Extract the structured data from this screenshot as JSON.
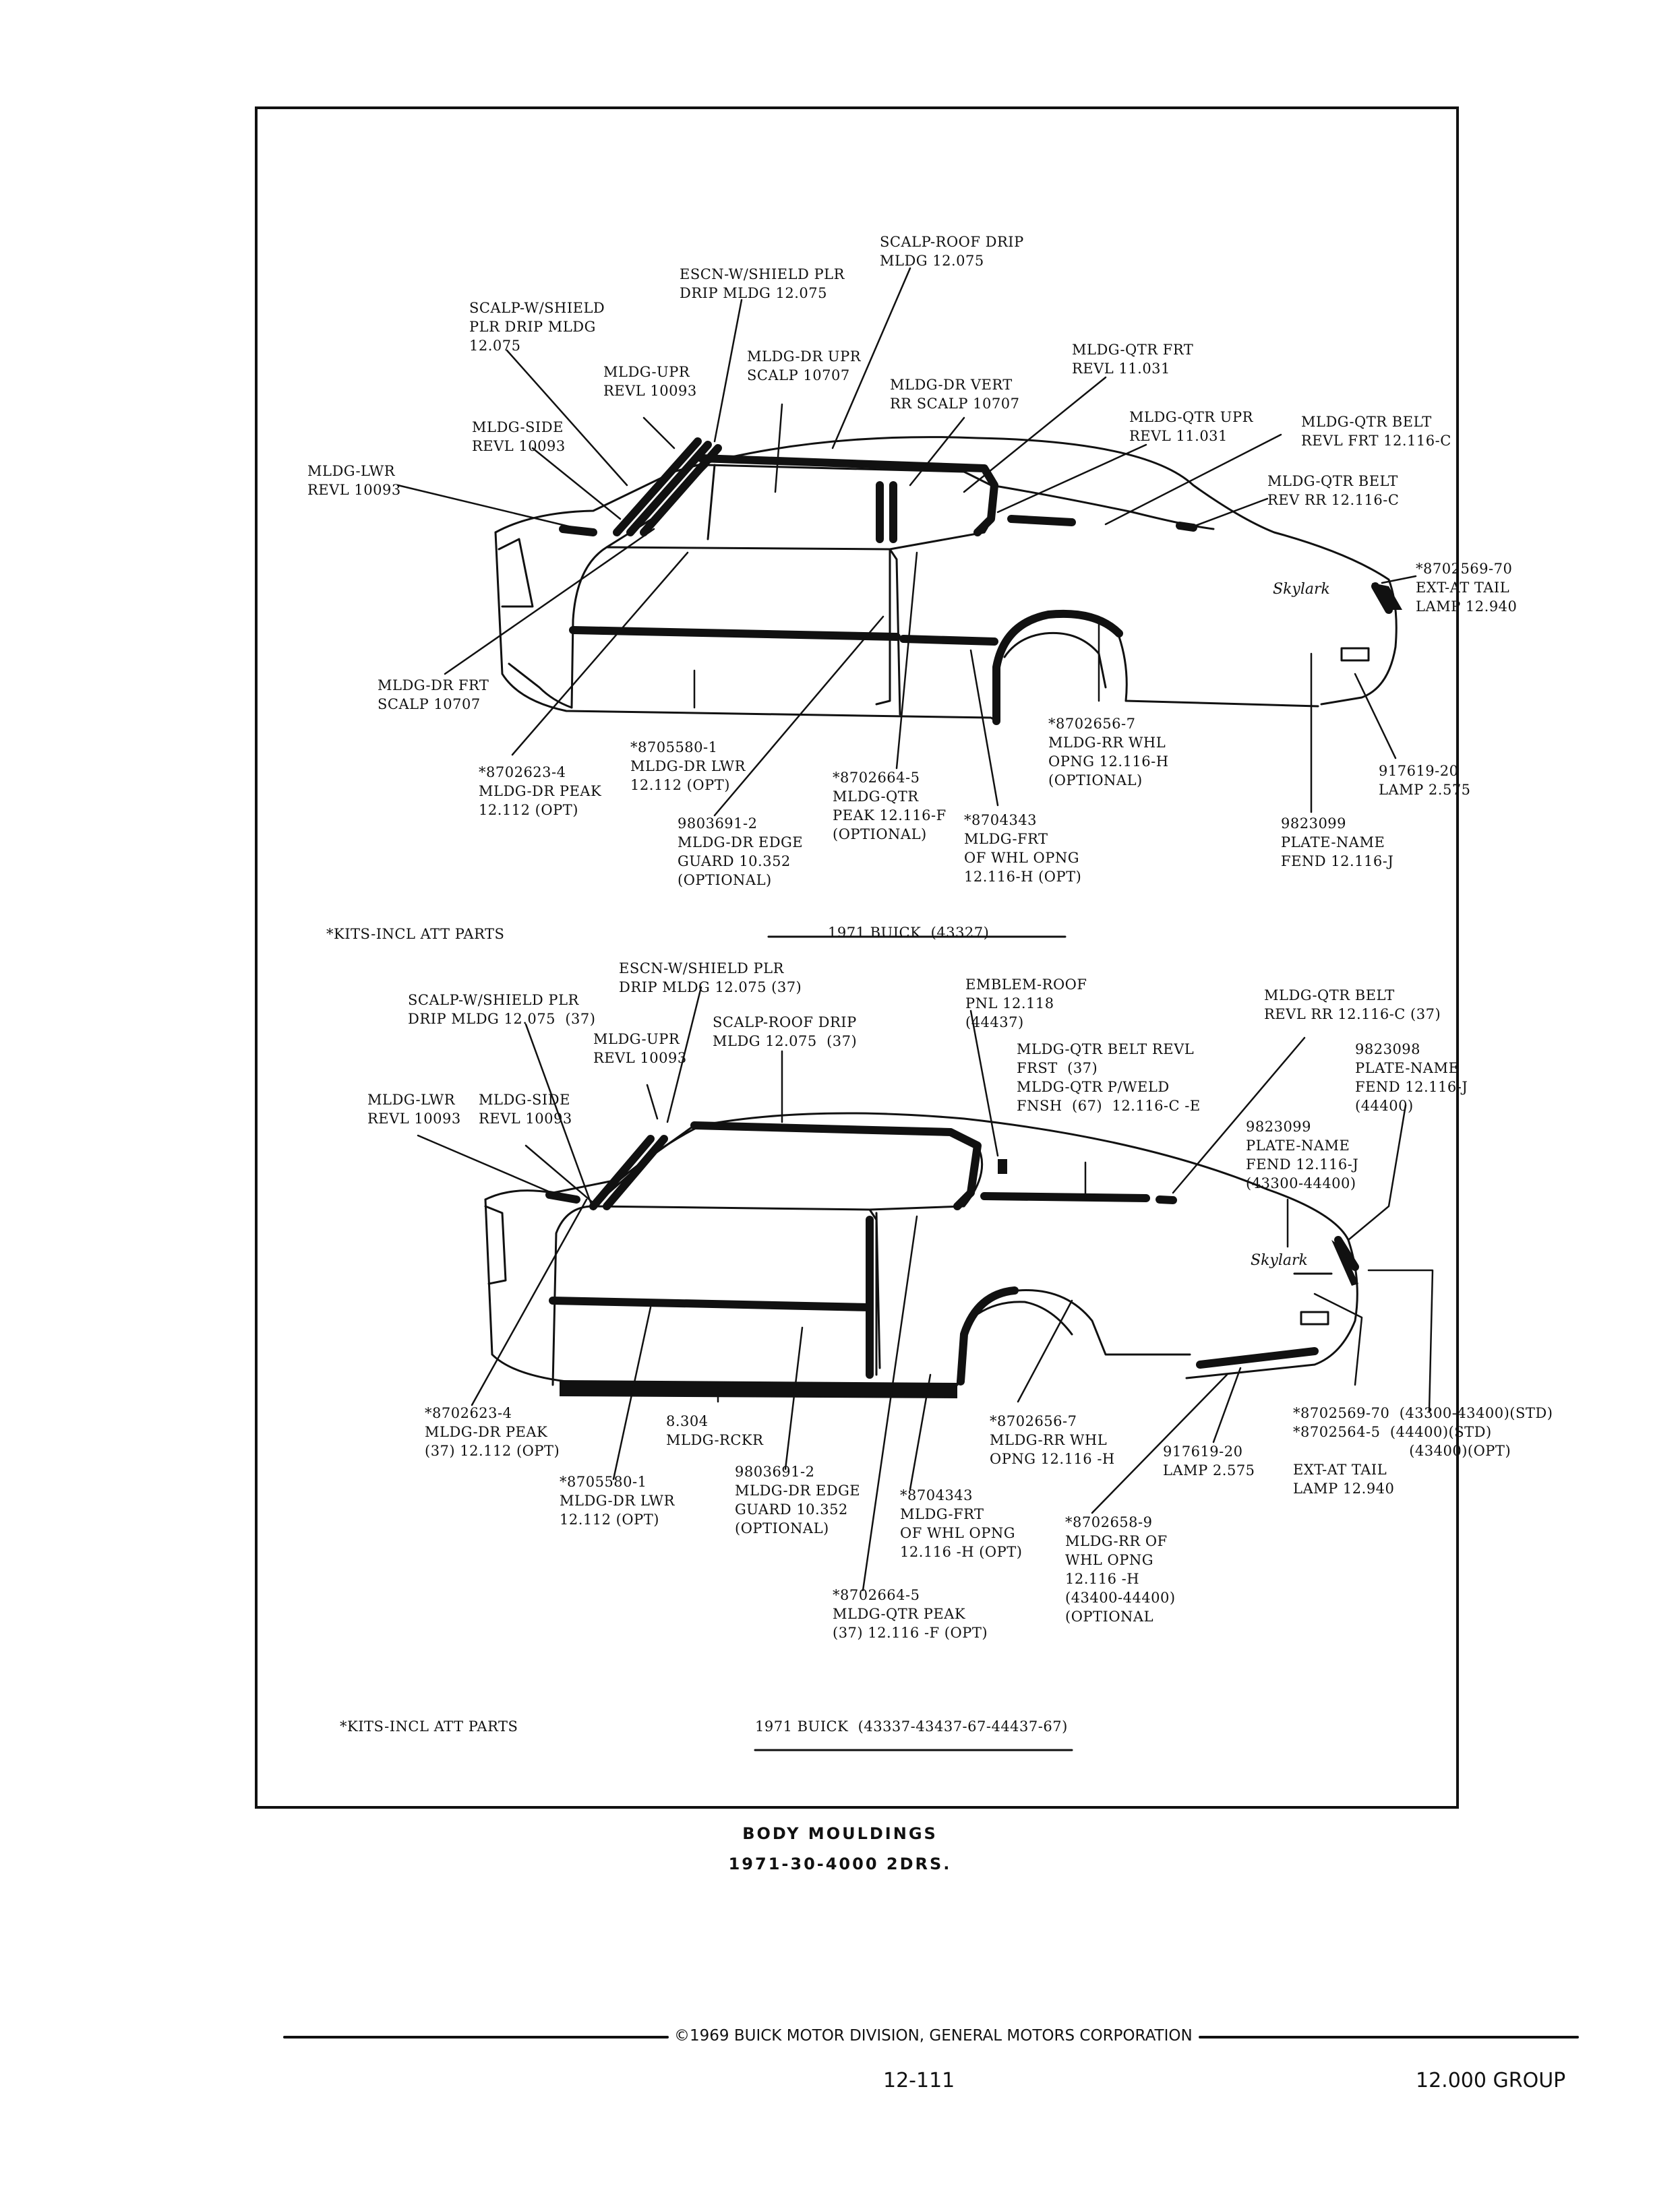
{
  "figure1": {
    "labels": {
      "scalp_roof_drip": "SCALP-ROOF DRIP\nMLDG 12.075",
      "escn_shield": "ESCN-W/SHIELD PLR\nDRIP MLDG 12.075",
      "scalp_shield": "SCALP-W/SHIELD\nPLR DRIP MLDG\n12.075",
      "mldg_dr_upr": "MLDG-DR UPR\nSCALP 10707",
      "mldg_upr": "MLDG-UPR\nREVL 10093",
      "mldg_qtr_frt": "MLDG-QTR FRT\nREVL 11.031",
      "mldg_dr_vert": "MLDG-DR VERT\nRR SCALP 10707",
      "mldg_side": "MLDG-SIDE\nREVL 10093",
      "mldg_qtr_upr": "MLDG-QTR UPR\nREVL 11.031",
      "mldg_qtr_belt_frt": "MLDG-QTR BELT\nREVL FRT 12.116-C",
      "mldg_lwr": "MLDG-LWR\nREVL 10093",
      "mldg_qtr_belt_rr": "MLDG-QTR BELT\nREV RR 12.116-C",
      "ext_tail": "*8702569-70\nEXT-AT TAIL\nLAMP 12.940",
      "dr_frt_scalp": "MLDG-DR FRT\nSCALP 10707",
      "rr_whl": "*8702656-7\nMLDG-RR WHL\nOPNG 12.116-H\n(OPTIONAL)",
      "dr_lwr": "*8705580-1\nMLDG-DR LWR\n12.112 (OPT)",
      "dr_peak": "*8702623-4\nMLDG-DR PEAK\n12.112 (OPT)",
      "qtr_peak": "*8702664-5\nMLDG-QTR\nPEAK 12.116-F\n(OPTIONAL)",
      "lamp": "917619-20\nLAMP 2.575",
      "edge_guard": "9803691-2\nMLDG-DR EDGE\nGUARD 10.352\n(OPTIONAL)",
      "frt_whl": "*8704343\nMLDG-FRT\nOF WHL OPNG\n12.116-H (OPT)",
      "plate_name": "9823099\nPLATE-NAME\nFEND 12.116-J"
    },
    "badge": "Skylark",
    "kits_note": "*KITS-INCL ATT PARTS",
    "model": "1971 BUICK  (43327)"
  },
  "figure2": {
    "labels": {
      "escn_shield": "ESCN-W/SHIELD PLR\nDRIP MLDG 12.075 (37)",
      "emblem_roof": "EMBLEM-ROOF\nPNL 12.118\n(44437)",
      "mldg_qtr_belt": "MLDG-QTR BELT\nREVL RR 12.116-C (37)",
      "scalp_shield": "SCALP-W/SHIELD PLR\nDRIP MLDG 12.075  (37)",
      "scalp_roof": "SCALP-ROOF DRIP\nMLDG 12.075  (37)",
      "plate_name_a": "9823098\nPLATE-NAME\nFEND 12.116-J\n(44400)",
      "mldg_upr": "MLDG-UPR\nREVL 10093",
      "qtr_belt_revl": "MLDG-QTR BELT REVL\nFRST  (37)\nMLDG-QTR P/WELD\nFNSH  (67)  12.116-C -E",
      "mldg_lwr": "MLDG-LWR\nREVL 10093",
      "mldg_side": "MLDG-SIDE\nREVL 10093",
      "plate_name_b": "9823099\nPLATE-NAME\nFEND 12.116-J\n(43300-44400)",
      "dr_peak": "*8702623-4\nMLDG-DR PEAK\n(37) 12.112 (OPT)",
      "rckr_num": "8.304",
      "rckr": "MLDG-RCKR",
      "rr_whl": "*8702656-7\nMLDG-RR WHL\nOPNG 12.116 -H",
      "lamp": "917619-20\nLAMP 2.575",
      "tail": "*8702569-70  (43300-43400)(STD)\n*8702564-5  (44400)(STD)\n                        (43400)(OPT)\nEXT-AT TAIL\nLAMP 12.940",
      "dr_lwr": "*8705580-1\nMLDG-DR LWR\n12.112 (OPT)",
      "edge_guard": "9803691-2\nMLDG-DR EDGE\nGUARD 10.352\n(OPTIONAL)",
      "frt_whl": "*8704343\nMLDG-FRT\nOF WHL OPNG\n12.116 -H (OPT)",
      "rr_of_whl": "*8702658-9\nMLDG-RR OF\nWHL OPNG\n12.116 -H\n(43400-44400)\n(OPTIONAL",
      "qtr_peak": "*8702664-5\nMLDG-QTR PEAK\n(37) 12.116 -F (OPT)"
    },
    "badge": "Skylark",
    "kits_note": "*KITS-INCL ATT PARTS",
    "model": "1971 BUICK  (43337-43437-67-44437-67)"
  },
  "caption": {
    "title": "BODY MOULDINGS",
    "subtitle": "1971-30-4000 2DRS."
  },
  "footer": {
    "copyright": "©1969 BUICK MOTOR DIVISION, GENERAL MOTORS CORPORATION",
    "page": "12-111",
    "group": "12.000 GROUP"
  }
}
